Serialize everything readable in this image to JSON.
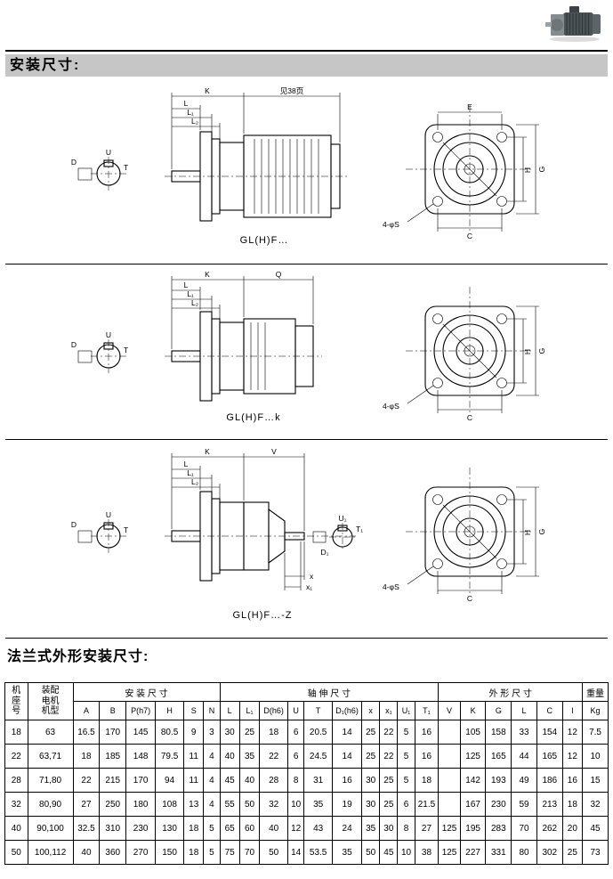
{
  "page": {
    "title1": "安装尺寸:",
    "title2": "法兰式外形安装尺寸:"
  },
  "colors": {
    "title_bar_bg": "#c6c6c6",
    "line": "#000000"
  },
  "icons": {
    "gear_motor_photo": "gear-motor-product-image"
  },
  "drawings": {
    "r1": {
      "caption": "GL(H)F…",
      "top1": "K",
      "top2": "见38页",
      "l": "L",
      "l1": "L₁",
      "l2": "L₂",
      "shaft": {
        "u": "U",
        "d": "D",
        "t": "T"
      },
      "flange": {
        "e": "E",
        "h": "H",
        "g": "G",
        "c": "C",
        "bolt": "4-φS"
      }
    },
    "r2": {
      "caption": "GL(H)F…k",
      "top1": "K",
      "top2": "Q",
      "l": "L",
      "l1": "L₁",
      "l2": "L₂",
      "shaft": {
        "u": "U",
        "d": "D",
        "t": "T"
      },
      "flange": {
        "h": "H",
        "g": "G",
        "c": "C",
        "bolt": "4-φS"
      }
    },
    "r3": {
      "caption": "GL(H)F…-Z",
      "top1": "K",
      "top2": "V",
      "l": "L",
      "l1": "L₁",
      "l2": "L₂",
      "shaft": {
        "u": "U",
        "d": "D",
        "t": "T"
      },
      "detail": {
        "d1": "D₁",
        "u1": "U₁",
        "t1": "T₁",
        "x": "x",
        "x1": "x₁"
      },
      "flange": {
        "h": "H",
        "g": "G",
        "c": "C",
        "bolt": "4-φS"
      }
    }
  },
  "table": {
    "col_frame": "机\n座\n号",
    "col_motor": "装配\n电机\n机型",
    "group_install": "安 装 尺 寸",
    "group_shaft": "轴 伸 尺 寸",
    "group_outline": "外 形 尺 寸",
    "group_weight": "重量",
    "columns": [
      "A",
      "B",
      "P(h7)",
      "H",
      "S",
      "N",
      "L",
      "L₁",
      "D(h6)",
      "U",
      "T",
      "D₁(h6)",
      "x",
      "x₁",
      "U₁",
      "T₁",
      "V",
      "K",
      "G",
      "L",
      "C",
      "I",
      "Kg"
    ],
    "rows": [
      [
        "18",
        "63",
        "16.5",
        "170",
        "145",
        "80.5",
        "9",
        "3",
        "30",
        "25",
        "18",
        "6",
        "20.5",
        "14",
        "25",
        "22",
        "5",
        "16",
        "",
        "105",
        "158",
        "33",
        "154",
        "12",
        "7.5"
      ],
      [
        "22",
        "63,71",
        "18",
        "185",
        "148",
        "79.5",
        "11",
        "4",
        "40",
        "35",
        "22",
        "6",
        "24.5",
        "14",
        "25",
        "22",
        "5",
        "16",
        "",
        "125",
        "165",
        "44",
        "165",
        "12",
        "10"
      ],
      [
        "28",
        "71,80",
        "22",
        "215",
        "170",
        "94",
        "11",
        "4",
        "45",
        "40",
        "28",
        "8",
        "31",
        "16",
        "30",
        "25",
        "5",
        "18",
        "",
        "142",
        "193",
        "49",
        "186",
        "16",
        "15"
      ],
      [
        "32",
        "80,90",
        "27",
        "250",
        "180",
        "108",
        "13",
        "4",
        "55",
        "50",
        "32",
        "10",
        "35",
        "19",
        "30",
        "25",
        "6",
        "21.5",
        "",
        "167",
        "230",
        "59",
        "213",
        "18",
        "32"
      ],
      [
        "40",
        "90,100",
        "32.5",
        "310",
        "230",
        "130",
        "18",
        "5",
        "65",
        "60",
        "40",
        "12",
        "43",
        "24",
        "35",
        "30",
        "8",
        "27",
        "125",
        "195",
        "283",
        "70",
        "262",
        "20",
        "45"
      ],
      [
        "50",
        "100,112",
        "40",
        "360",
        "270",
        "150",
        "18",
        "5",
        "75",
        "70",
        "50",
        "14",
        "53.5",
        "35",
        "50",
        "45",
        "10",
        "38",
        "125",
        "227",
        "331",
        "80",
        "302",
        "25",
        "73"
      ]
    ]
  }
}
